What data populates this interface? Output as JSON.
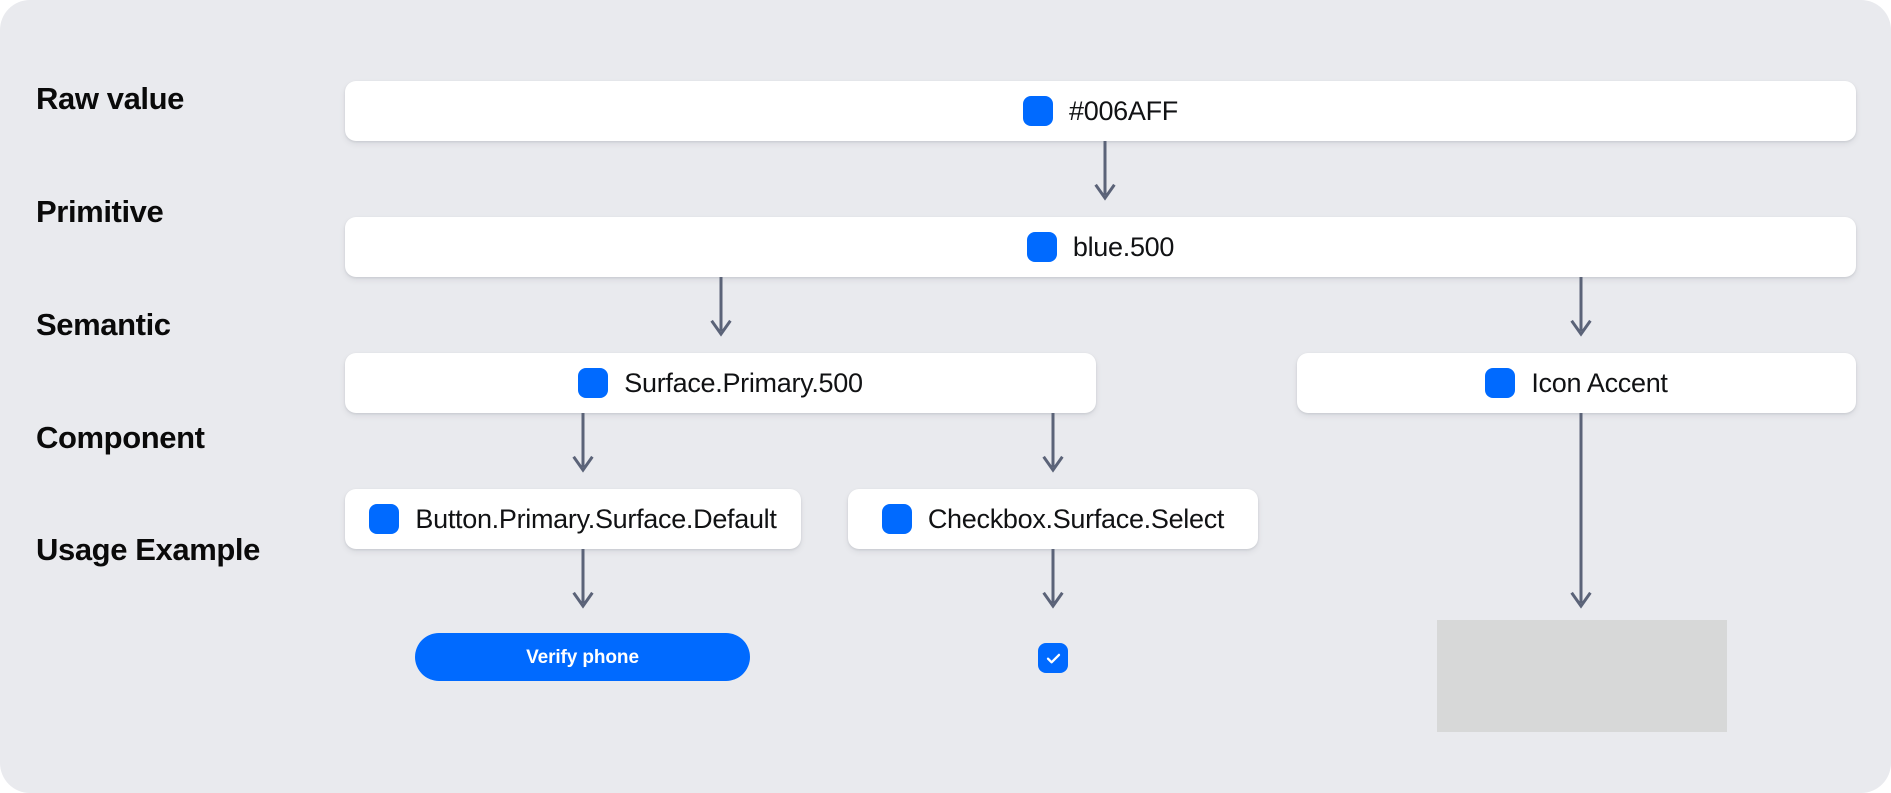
{
  "canvas": {
    "background_color": "#E9EAEE",
    "accent_color": "#006AFF",
    "arrow_color": "#5B6378",
    "card_background": "#FFFFFF",
    "placeholder_color": "#D7D8D8"
  },
  "rows": [
    {
      "id": "raw-value",
      "label": "Raw value"
    },
    {
      "id": "primitive",
      "label": "Primitive"
    },
    {
      "id": "semantic",
      "label": "Semantic"
    },
    {
      "id": "component",
      "label": "Component"
    },
    {
      "id": "usage-example",
      "label": "Usage Example"
    }
  ],
  "tokens": {
    "raw_value": {
      "label": "#006AFF",
      "swatch": "#006AFF"
    },
    "primitive": {
      "label": "blue.500",
      "swatch": "#006AFF"
    },
    "semantic_surface": {
      "label": "Surface.Primary.500",
      "swatch": "#006AFF"
    },
    "semantic_icon": {
      "label": "Icon Accent",
      "swatch": "#006AFF"
    },
    "component_button": {
      "label": "Button.Primary.Surface.Default",
      "swatch": "#006AFF"
    },
    "component_checkbox": {
      "label": "Checkbox.Surface.Select",
      "swatch": "#006AFF"
    }
  },
  "usage": {
    "button": {
      "label": "Verify phone",
      "background": "#006AFF",
      "text_color": "#FFFFFF"
    },
    "checkbox": {
      "checked": true,
      "background": "#006AFF",
      "check_color": "#FFFFFF"
    },
    "placeholder": {
      "background": "#D7D8D8"
    }
  },
  "icons": {
    "swatch": "color-swatch-icon",
    "check": "checkmark-icon",
    "arrow": "arrow-down-icon"
  }
}
